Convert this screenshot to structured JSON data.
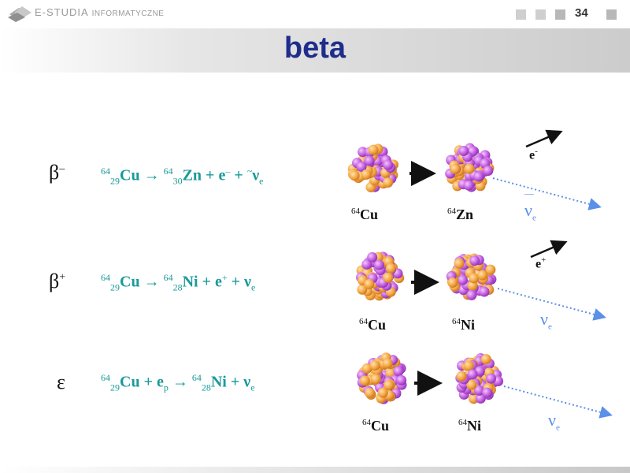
{
  "header": {
    "logo_main": "E-STUDIA",
    "logo_sub": "INFORMATYCZNE",
    "page_number": "34"
  },
  "title": "beta",
  "rows": [
    {
      "symbol": "β",
      "symbol_sup": "–",
      "eq": {
        "a_mass": "64",
        "a_z": "29",
        "a_el": "Cu",
        "arrow": "→",
        "b_mass": "64",
        "b_z": "30",
        "b_el": "Zn",
        "plus1": " + e",
        "p1sup": "–",
        "plus2": " + ",
        "nu": "ν",
        "nusub": "e",
        "tilde": "~"
      },
      "parent_mass": "64",
      "parent_el": "Cu",
      "daughter_mass": "64",
      "daughter_el": "Zn",
      "particle": "e",
      "particle_sup": "-",
      "nu": "ν",
      "nusub": "e",
      "nubar": "—"
    },
    {
      "symbol": "β",
      "symbol_sup": "+",
      "eq": {
        "a_mass": "64",
        "a_z": "29",
        "a_el": "Cu",
        "arrow": "→",
        "b_mass": "64",
        "b_z": "28",
        "b_el": "Ni",
        "plus1": " + e",
        "p1sup": "+",
        "plus2": " + ",
        "nu": "ν",
        "nusub": "e"
      },
      "parent_mass": "64",
      "parent_el": "Cu",
      "daughter_mass": "64",
      "daughter_el": "Ni",
      "particle": "e",
      "particle_sup": "+",
      "nu": "ν",
      "nusub": "e"
    },
    {
      "symbol": "ε",
      "eq": {
        "a_mass": "64",
        "a_z": "29",
        "a_el": "Cu",
        "plusep": " + e",
        "epsub": "p",
        "arrow": "→",
        "b_mass": "64",
        "b_z": "28",
        "b_el": "Ni",
        "plus2": " + ",
        "nu": "ν",
        "nusub": "e"
      },
      "parent_mass": "64",
      "parent_el": "Cu",
      "daughter_mass": "64",
      "daughter_el": "Ni",
      "nu": "ν",
      "nusub": "e"
    }
  ],
  "colors": {
    "title": "#1e2d8c",
    "equation": "#1a9a9a",
    "neutrino": "#5b8fe8",
    "nucleon_orange": "#f4a640",
    "nucleon_violet": "#c45fe0"
  }
}
